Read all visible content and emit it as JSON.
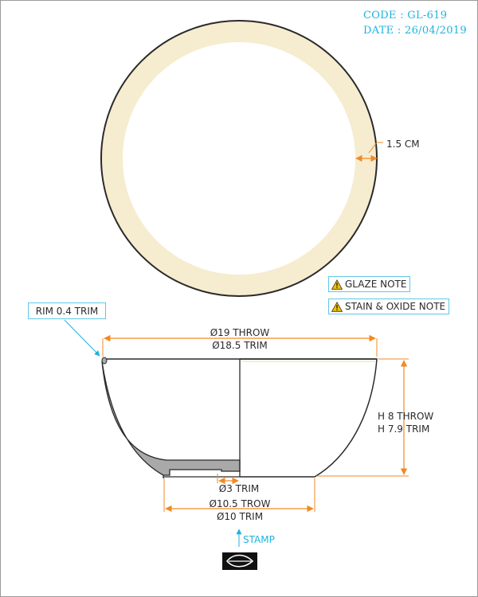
{
  "header": {
    "code": "CODE : GL-619",
    "date": "DATE : 26/04/2019"
  },
  "top_view": {
    "wall_thickness_label": "1.5 CM"
  },
  "notes": {
    "glaze_note": "GLAZE NOTE",
    "stain_oxide_note": "STAIN & OXIDE NOTE",
    "warning_icon": "warning-triangle-icon"
  },
  "section_view": {
    "rim_callout": "RIM 0.4 TRIM",
    "top_diameter_throw": "Ø19 THROW",
    "top_diameter_trim": "Ø18.5 TRIM",
    "height_throw": "H 8 THROW",
    "height_trim": "H 7.9 TRIM",
    "foot_inner": "Ø3 TRIM",
    "foot_outer_throw": "Ø10.5 TROW",
    "foot_outer_trim": "Ø10 TRIM",
    "stamp_label": "STAMP",
    "stamp_icon": "leaf-stamp-icon"
  },
  "colors": {
    "accent": "#1fb3dd",
    "dimension": "#f08a24",
    "clay_fill": "#f6eccf",
    "section_fill": "#a9a9a9",
    "outline": "#2a2a2a"
  }
}
